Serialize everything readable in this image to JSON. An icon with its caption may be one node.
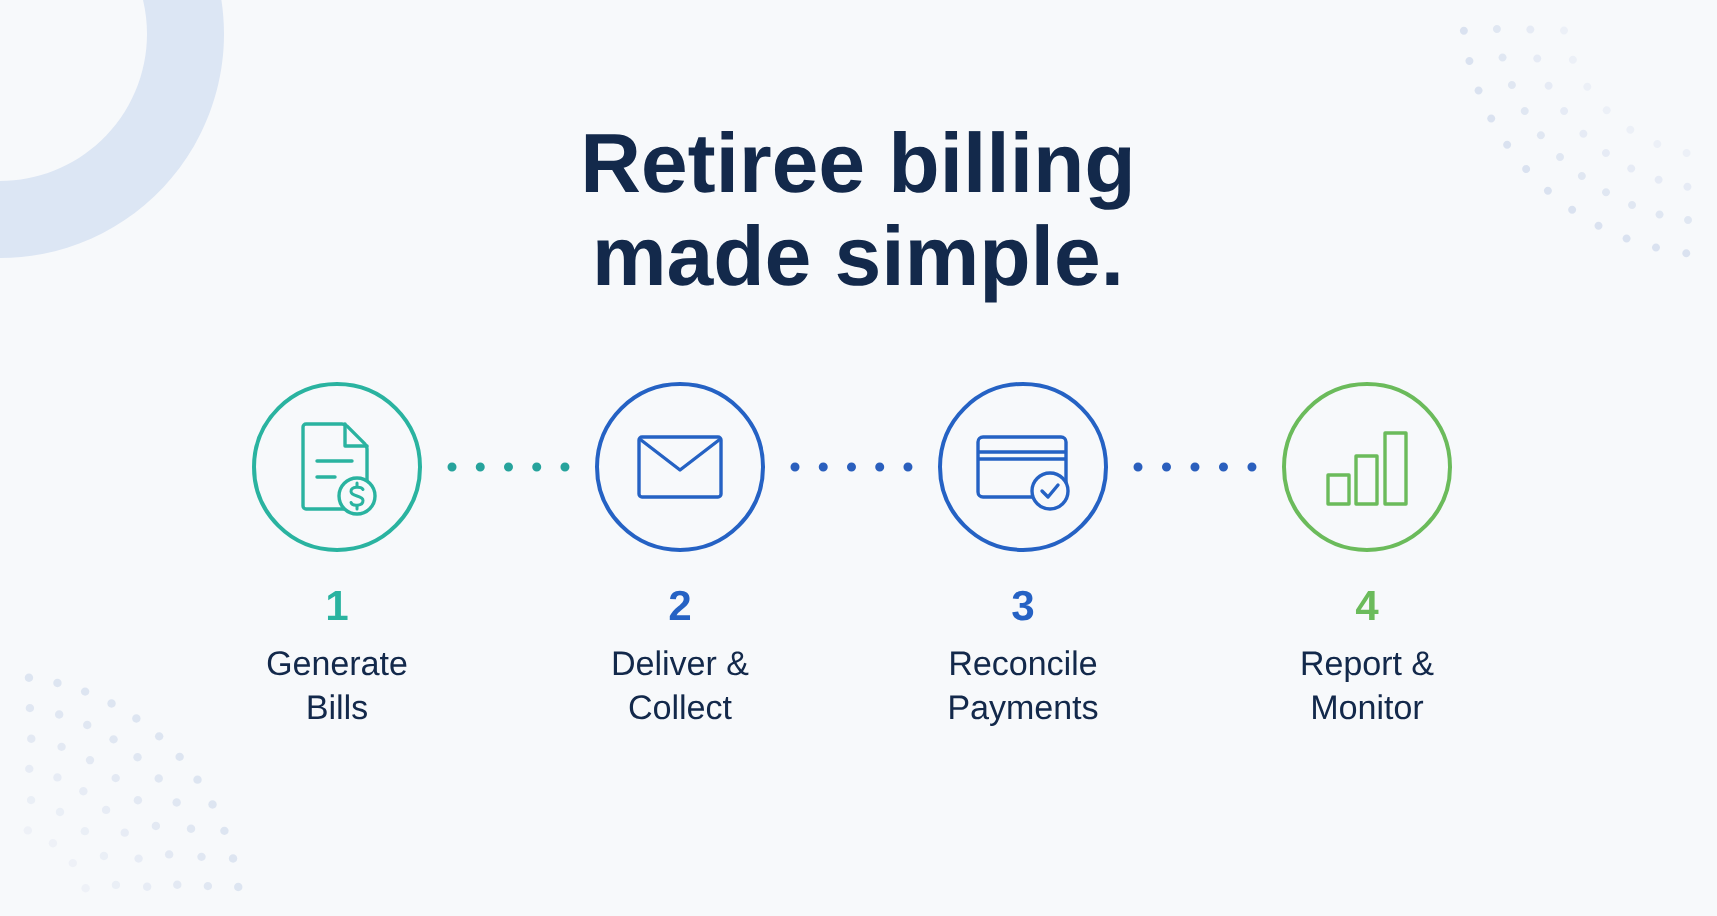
{
  "diagram": {
    "title": "Retiree billing made simple.",
    "nodes": [
      {
        "text": [],
        "shape": "circle",
        "beside": [
          "1",
          "Generate Bills"
        ]
      },
      {
        "text": [],
        "shape": "circle",
        "beside": [
          "2",
          "Deliver & Collect"
        ]
      },
      {
        "text": [],
        "shape": "circle",
        "beside": [
          "3",
          "Reconcile Payments"
        ]
      },
      {
        "text": [],
        "shape": "circle",
        "beside": [
          "4",
          "Report & Monitor"
        ]
      }
    ],
    "edges": [
      {
        "from": 0,
        "to": 1,
        "arrow": "none",
        "style": "dashed",
        "color": "#26a39c"
      },
      {
        "from": 1,
        "to": 2,
        "arrow": "none",
        "style": "dashed"
      },
      {
        "from": 2,
        "to": 3,
        "arrow": "none",
        "style": "dashed"
      }
    ]
  }
}
